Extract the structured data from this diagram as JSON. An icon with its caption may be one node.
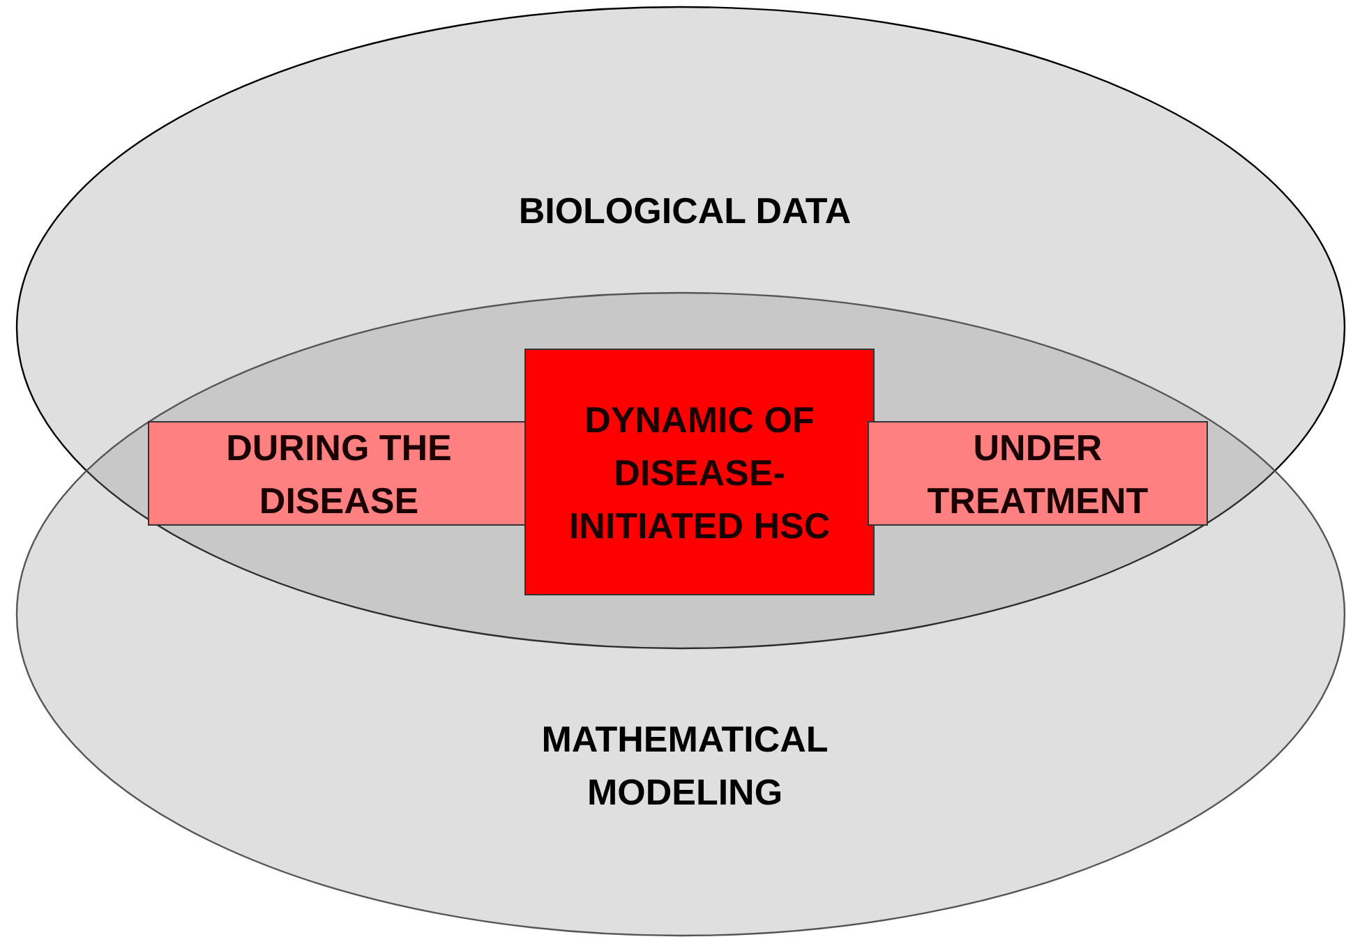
{
  "diagram": {
    "nodes": [
      {
        "text": [
          "BIOLOGICAL DATA"
        ]
      },
      {
        "text": [
          "MATHEMATICAL MODELING"
        ]
      },
      {
        "text": [
          "DURING THE DISEASE"
        ]
      },
      {
        "text": [
          "DYNAMIC OF DISEASE-INITIATED HSC"
        ]
      },
      {
        "text": [
          "UNDER TREATMENT"
        ]
      }
    ],
    "edges": []
  }
}
